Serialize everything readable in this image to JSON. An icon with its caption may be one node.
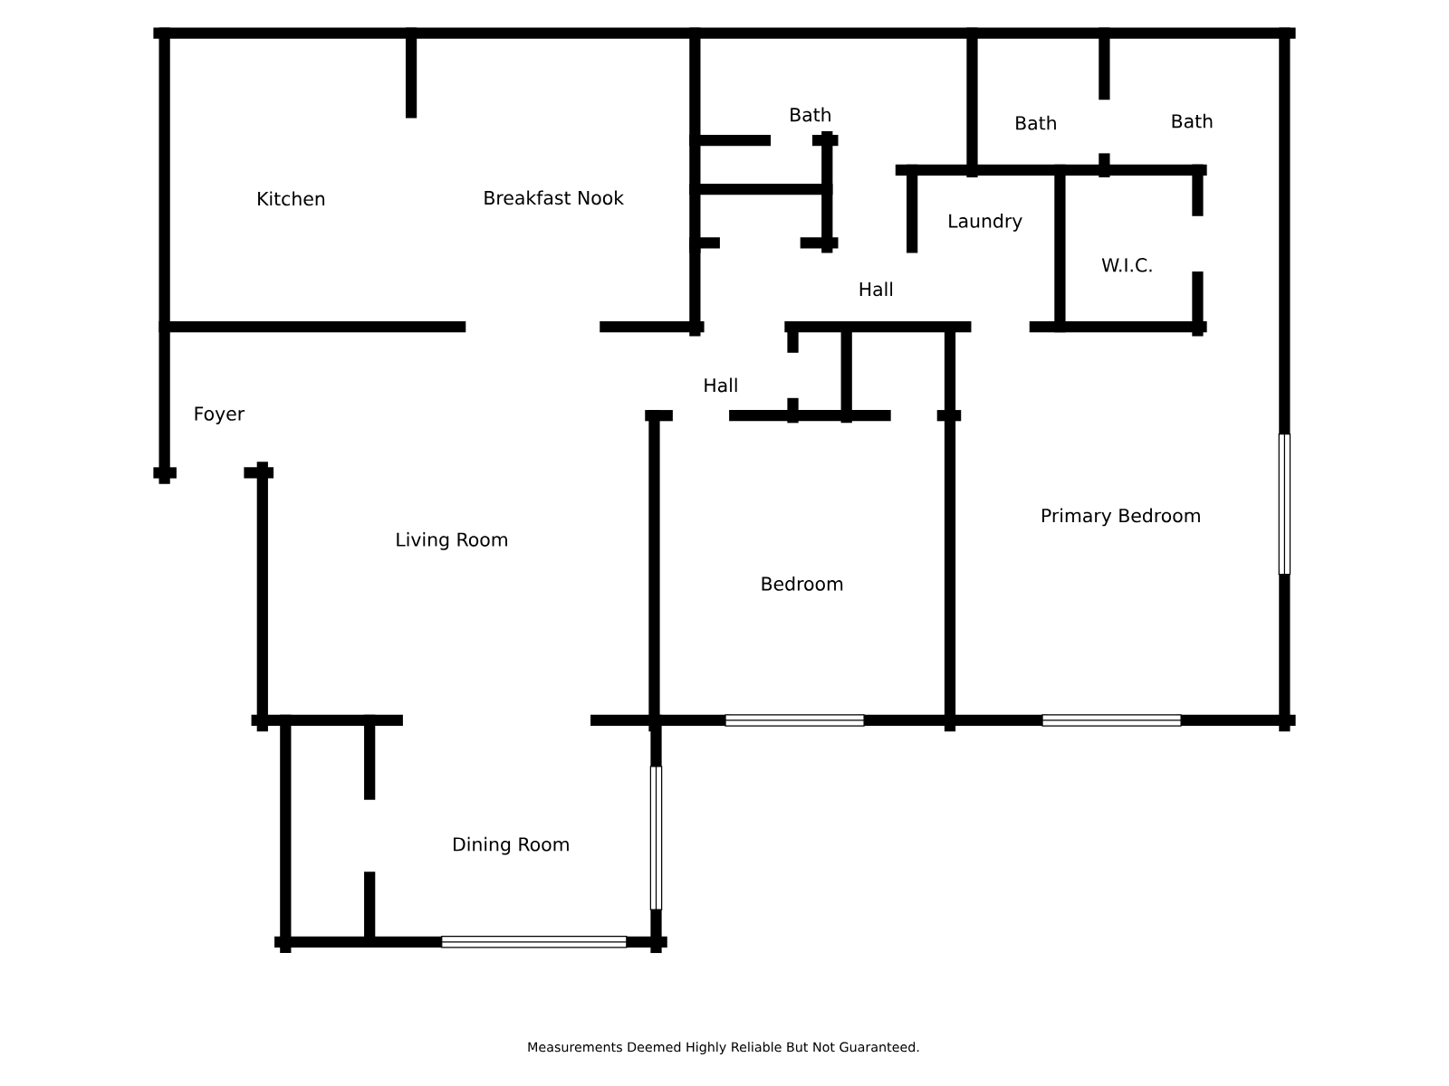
{
  "diagram": {
    "labels": [
      "Bath",
      "Bath",
      "Bath",
      "Kitchen",
      "Breakfast Nook",
      "Laundry",
      "W.I.C.",
      "Hall",
      "Hall",
      "Foyer",
      "Primary Bedroom",
      "Living Room",
      "Bedroom",
      "Dining Room"
    ],
    "caption": "Measurements Deemed Highly Reliable But Not Guaranteed."
  }
}
